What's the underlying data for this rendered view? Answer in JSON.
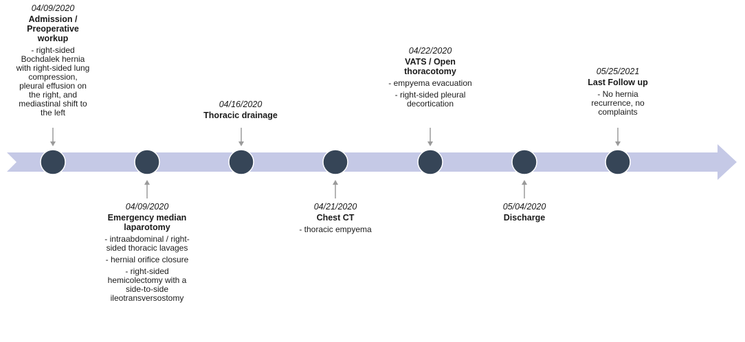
{
  "colors": {
    "arrow_fill": "#c5c9e6",
    "node_fill": "#364557",
    "node_stroke": "#ffffff",
    "connector": "#9a9a9a"
  },
  "events": [
    {
      "date": "04/09/2020",
      "title": "Admission / Preoperative workup",
      "details": [
        "- right-sided Bochdalek hernia with right-sided lung compression, pleural effusion on the right, and mediastinal shift to the left"
      ]
    },
    {
      "date": "04/09/2020",
      "title": "Emergency median laparotomy",
      "details": [
        "- intraabdominal / right-sided thoracic lavages",
        "- hernial orifice closure",
        "- right-sided hemicolectomy with a side-to-side ileotransversostomy"
      ]
    },
    {
      "date": "04/16/2020",
      "title": "Thoracic drainage",
      "details": []
    },
    {
      "date": "04/21/2020",
      "title": "Chest CT",
      "details": [
        "- thoracic empyema"
      ]
    },
    {
      "date": "04/22/2020",
      "title": "VATS / Open thoracotomy",
      "details": [
        "- empyema evacuation",
        "- right-sided pleural decortication"
      ]
    },
    {
      "date": "05/04/2020",
      "title": "Discharge",
      "details": []
    },
    {
      "date": "05/25/2021",
      "title": "Last Follow up",
      "details": [
        "- No hernia recurrence, no complaints"
      ]
    }
  ]
}
